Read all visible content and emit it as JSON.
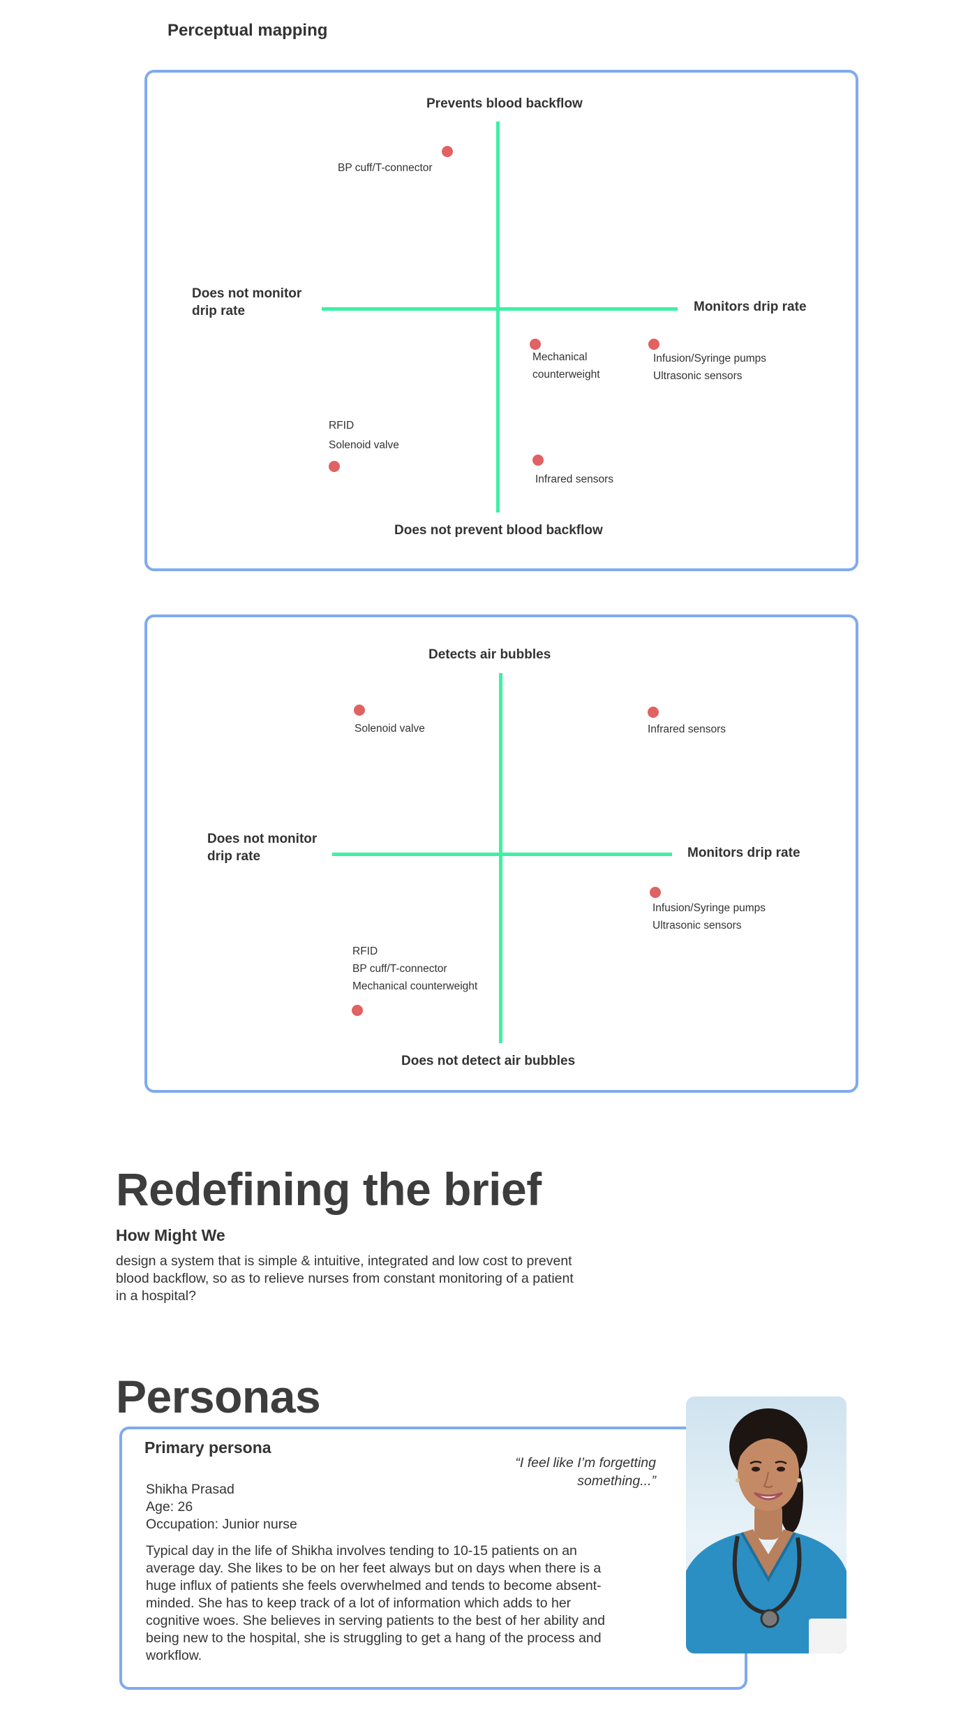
{
  "section": {
    "label": "Perceptual mapping"
  },
  "colors": {
    "panel_border": "#7faaee",
    "axis": "#3ef0a4",
    "point": "#e06262",
    "heading": "#3d3d3d"
  },
  "map1": {
    "top": "Prevents blood backflow",
    "bottom": "Does not prevent blood backflow",
    "left": "Does not monitor\ndrip rate",
    "right": "Monitors drip rate",
    "points": [
      {
        "label": "BP cuff/T-connector"
      },
      {
        "label": "Mechanical\ncounterweight"
      },
      {
        "label": "Infusion/Syringe pumps\nUltrasonic sensors"
      },
      {
        "label": "RFID\nSolenoid valve"
      },
      {
        "label": "Infrared sensors"
      }
    ]
  },
  "map2": {
    "top": "Detects air bubbles",
    "bottom": "Does not detect air bubbles",
    "left": "Does not monitor\ndrip rate",
    "right": "Monitors drip rate",
    "points": [
      {
        "label": "Solenoid valve"
      },
      {
        "label": "Infrared sensors"
      },
      {
        "label": "Infusion/Syringe pumps\nUltrasonic sensors"
      },
      {
        "label": "RFID\nBP cuff/T-connector\nMechanical counterweight"
      }
    ]
  },
  "brief": {
    "heading": "Redefining the brief",
    "hmw_title": "How Might We",
    "hmw_text": "design a system that is simple & intuitive, integrated and low cost to prevent blood backflow, so as to relieve nurses from constant monitoring of a patient in a hospital?"
  },
  "personas": {
    "heading": "Personas",
    "card_title": "Primary persona",
    "quote": "“I feel like I’m forgetting something...”",
    "name": "Shikha Prasad",
    "age": "Age: 26",
    "occupation": "Occupation: Junior nurse",
    "bio": "Typical day in the life of Shikha involves tending to 10-15 patients on an average day. She likes to be on her feet always but on days when there is a huge influx of patients she feels overwhelmed and tends to become absent-minded. She has to keep track of a lot of information which adds to her cognitive woes. She believes in serving patients to the best of her ability and being new to the hospital, she is struggling to get a hang of the process and workflow."
  }
}
